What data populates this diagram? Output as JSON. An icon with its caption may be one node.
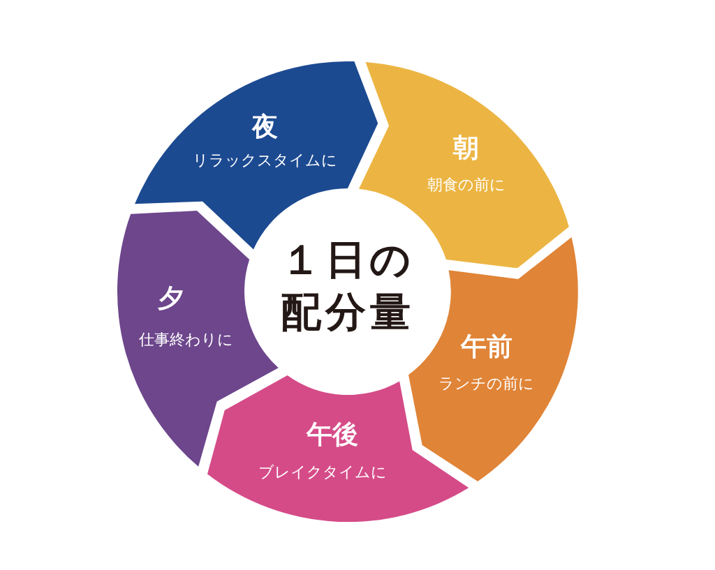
{
  "diagram": {
    "nodes": [
      {
        "text": [
          "１日の配分量"
        ]
      },
      {
        "text": [
          "朝",
          "朝食の前に"
        ]
      },
      {
        "text": [
          "午前",
          "ランチの前に"
        ]
      },
      {
        "text": [
          "午後",
          "ブレイクタイムに"
        ]
      },
      {
        "text": [
          "夕",
          "仕事終わりに"
        ]
      },
      {
        "text": [
          "夜",
          "リラックスタイムに"
        ]
      }
    ]
  }
}
